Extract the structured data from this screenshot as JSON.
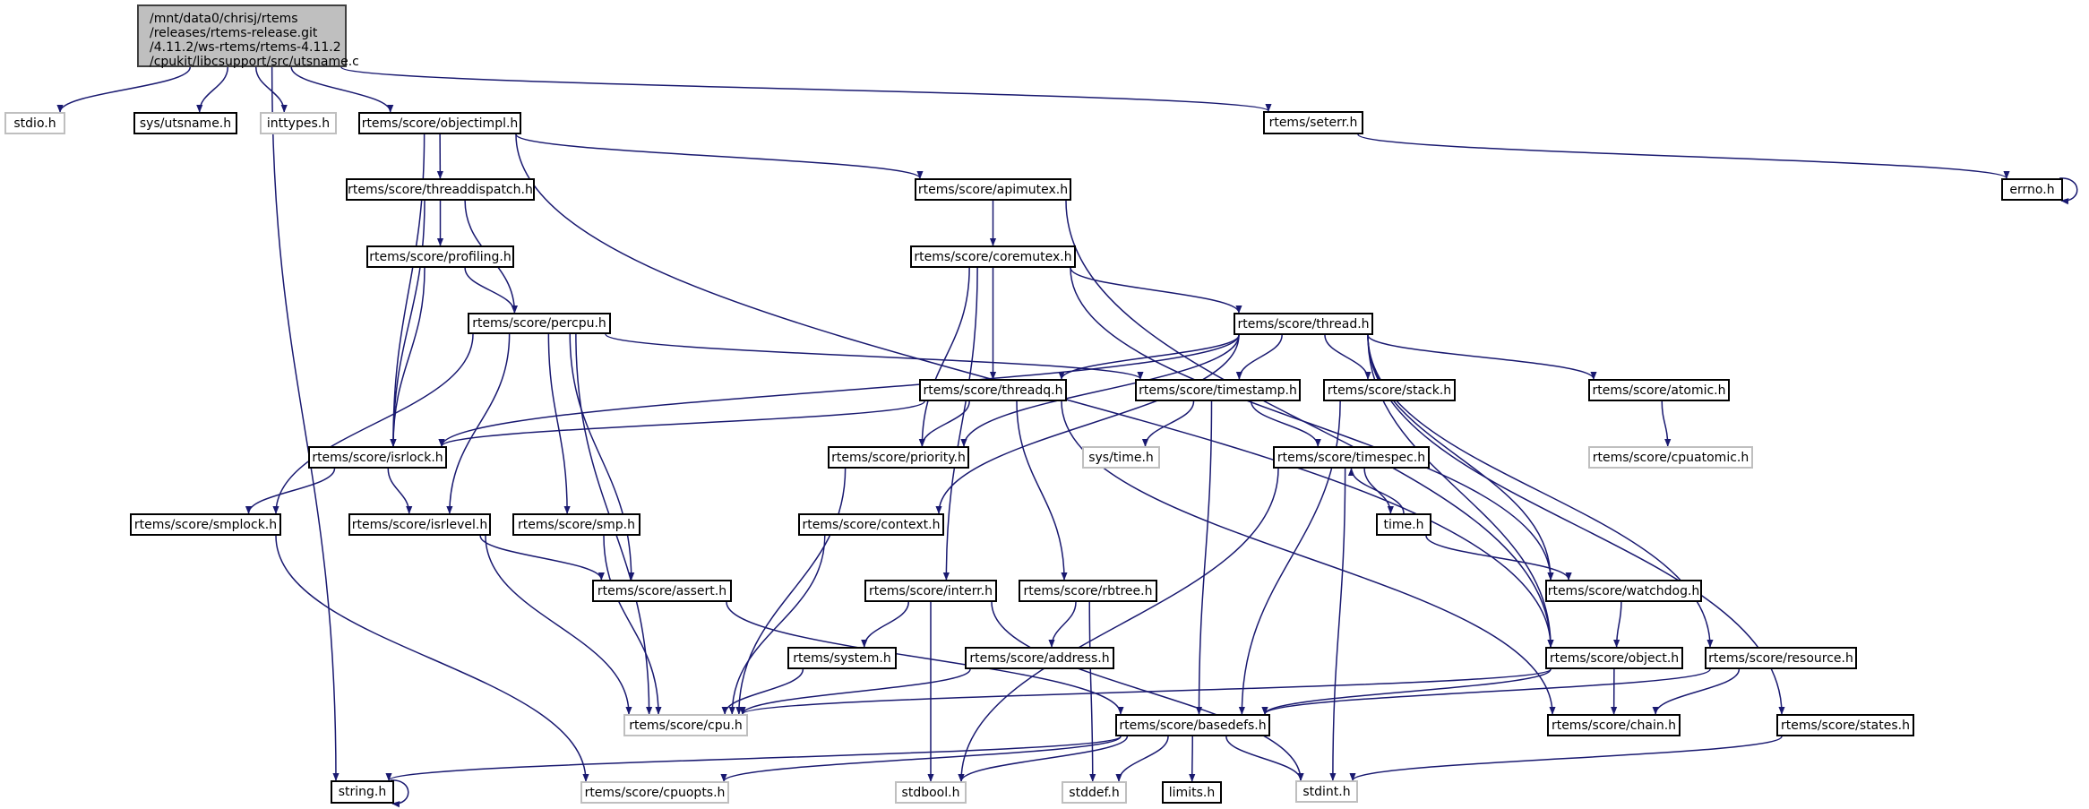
{
  "title": "Include dependency graph for utsname.c",
  "colors": {
    "edge": "#191970",
    "root_fill": "#bfbfbf",
    "external_border": "#bfbfbf",
    "internal_border": "#000000"
  },
  "root": {
    "id": "utsname_c",
    "lines": [
      "/mnt/data0/chrisj/rtems",
      "/releases/rtems-release.git",
      "/4.11.2/ws-rtems/rtems-4.11.2",
      "/cpukit/libcsupport/src/utsname.c"
    ]
  },
  "nodes": [
    {
      "id": "stdio_h",
      "label": "stdio.h",
      "external": true
    },
    {
      "id": "sys_utsname_h",
      "label": "sys/utsname.h",
      "external": false
    },
    {
      "id": "inttypes_h",
      "label": "inttypes.h",
      "external": true
    },
    {
      "id": "objectimpl_h",
      "label": "rtems/score/objectimpl.h",
      "external": false
    },
    {
      "id": "seterr_h",
      "label": "rtems/seterr.h",
      "external": false
    },
    {
      "id": "errno_h",
      "label": "errno.h",
      "external": false
    },
    {
      "id": "threaddispatch_h",
      "label": "rtems/score/threaddispatch.h",
      "external": false
    },
    {
      "id": "apimutex_h",
      "label": "rtems/score/apimutex.h",
      "external": false
    },
    {
      "id": "profiling_h",
      "label": "rtems/score/profiling.h",
      "external": false
    },
    {
      "id": "coremutex_h",
      "label": "rtems/score/coremutex.h",
      "external": false
    },
    {
      "id": "percpu_h",
      "label": "rtems/score/percpu.h",
      "external": false
    },
    {
      "id": "thread_h",
      "label": "rtems/score/thread.h",
      "external": false
    },
    {
      "id": "threadq_h",
      "label": "rtems/score/threadq.h",
      "external": false
    },
    {
      "id": "timestamp_h",
      "label": "rtems/score/timestamp.h",
      "external": false
    },
    {
      "id": "stack_h",
      "label": "rtems/score/stack.h",
      "external": false
    },
    {
      "id": "atomic_h",
      "label": "rtems/score/atomic.h",
      "external": false
    },
    {
      "id": "isrlock_h",
      "label": "rtems/score/isrlock.h",
      "external": false
    },
    {
      "id": "priority_h",
      "label": "rtems/score/priority.h",
      "external": false
    },
    {
      "id": "sys_time_h",
      "label": "sys/time.h",
      "external": true
    },
    {
      "id": "timespec_h",
      "label": "rtems/score/timespec.h",
      "external": false
    },
    {
      "id": "cpuatomic_h",
      "label": "rtems/score/cpuatomic.h",
      "external": true
    },
    {
      "id": "smplock_h",
      "label": "rtems/score/smplock.h",
      "external": false
    },
    {
      "id": "isrlevel_h",
      "label": "rtems/score/isrlevel.h",
      "external": false
    },
    {
      "id": "smp_h",
      "label": "rtems/score/smp.h",
      "external": false
    },
    {
      "id": "context_h",
      "label": "rtems/score/context.h",
      "external": false
    },
    {
      "id": "time_h",
      "label": "time.h",
      "external": false
    },
    {
      "id": "assert_h",
      "label": "rtems/score/assert.h",
      "external": false
    },
    {
      "id": "interr_h",
      "label": "rtems/score/interr.h",
      "external": false
    },
    {
      "id": "rbtree_h",
      "label": "rtems/score/rbtree.h",
      "external": false
    },
    {
      "id": "watchdog_h",
      "label": "rtems/score/watchdog.h",
      "external": false
    },
    {
      "id": "system_h",
      "label": "rtems/system.h",
      "external": false
    },
    {
      "id": "address_h",
      "label": "rtems/score/address.h",
      "external": false
    },
    {
      "id": "object_h",
      "label": "rtems/score/object.h",
      "external": false
    },
    {
      "id": "resource_h",
      "label": "rtems/score/resource.h",
      "external": false
    },
    {
      "id": "cpu_h",
      "label": "rtems/score/cpu.h",
      "external": true
    },
    {
      "id": "basedefs_h",
      "label": "rtems/score/basedefs.h",
      "external": false
    },
    {
      "id": "chain_h",
      "label": "rtems/score/chain.h",
      "external": false
    },
    {
      "id": "states_h",
      "label": "rtems/score/states.h",
      "external": false
    },
    {
      "id": "string_h",
      "label": "string.h",
      "external": false
    },
    {
      "id": "cpuopts_h",
      "label": "rtems/score/cpuopts.h",
      "external": true
    },
    {
      "id": "stdbool_h",
      "label": "stdbool.h",
      "external": true
    },
    {
      "id": "stddef_h",
      "label": "stddef.h",
      "external": true
    },
    {
      "id": "limits_h",
      "label": "limits.h",
      "external": false
    },
    {
      "id": "stdint_h",
      "label": "stdint.h",
      "external": true
    }
  ],
  "edges": [
    [
      "utsname_c",
      "stdio_h"
    ],
    [
      "utsname_c",
      "sys_utsname_h"
    ],
    [
      "utsname_c",
      "inttypes_h"
    ],
    [
      "utsname_c",
      "objectimpl_h"
    ],
    [
      "utsname_c",
      "seterr_h"
    ],
    [
      "utsname_c",
      "string_h"
    ],
    [
      "seterr_h",
      "errno_h"
    ],
    [
      "errno_h",
      "errno_h"
    ],
    [
      "objectimpl_h",
      "threaddispatch_h"
    ],
    [
      "objectimpl_h",
      "apimutex_h"
    ],
    [
      "objectimpl_h",
      "isrlock_h"
    ],
    [
      "objectimpl_h",
      "object_h"
    ],
    [
      "threaddispatch_h",
      "profiling_h"
    ],
    [
      "threaddispatch_h",
      "percpu_h"
    ],
    [
      "threaddispatch_h",
      "isrlock_h"
    ],
    [
      "profiling_h",
      "percpu_h"
    ],
    [
      "profiling_h",
      "isrlock_h"
    ],
    [
      "percpu_h",
      "timestamp_h"
    ],
    [
      "percpu_h",
      "smplock_h"
    ],
    [
      "percpu_h",
      "isrlevel_h"
    ],
    [
      "percpu_h",
      "smp_h"
    ],
    [
      "percpu_h",
      "assert_h"
    ],
    [
      "percpu_h",
      "cpu_h"
    ],
    [
      "apimutex_h",
      "coremutex_h"
    ],
    [
      "apimutex_h",
      "object_h"
    ],
    [
      "coremutex_h",
      "thread_h"
    ],
    [
      "coremutex_h",
      "threadq_h"
    ],
    [
      "coremutex_h",
      "priority_h"
    ],
    [
      "coremutex_h",
      "interr_h"
    ],
    [
      "coremutex_h",
      "watchdog_h"
    ],
    [
      "thread_h",
      "threadq_h"
    ],
    [
      "thread_h",
      "timestamp_h"
    ],
    [
      "thread_h",
      "stack_h"
    ],
    [
      "thread_h",
      "atomic_h"
    ],
    [
      "thread_h",
      "priority_h"
    ],
    [
      "thread_h",
      "isrlock_h"
    ],
    [
      "thread_h",
      "context_h"
    ],
    [
      "thread_h",
      "watchdog_h"
    ],
    [
      "thread_h",
      "object_h"
    ],
    [
      "thread_h",
      "resource_h"
    ],
    [
      "thread_h",
      "states_h"
    ],
    [
      "threadq_h",
      "isrlock_h"
    ],
    [
      "threadq_h",
      "priority_h"
    ],
    [
      "threadq_h",
      "rbtree_h"
    ],
    [
      "threadq_h",
      "chain_h"
    ],
    [
      "timestamp_h",
      "sys_time_h"
    ],
    [
      "timestamp_h",
      "timespec_h"
    ],
    [
      "timestamp_h",
      "basedefs_h"
    ],
    [
      "stack_h",
      "basedefs_h"
    ],
    [
      "atomic_h",
      "cpuatomic_h"
    ],
    [
      "isrlock_h",
      "smplock_h"
    ],
    [
      "isrlock_h",
      "isrlevel_h"
    ],
    [
      "priority_h",
      "cpu_h"
    ],
    [
      "timespec_h",
      "time_h"
    ],
    [
      "timespec_h",
      "stdint_h"
    ],
    [
      "timespec_h",
      "stdbool_h"
    ],
    [
      "time_h",
      "timespec_h"
    ],
    [
      "time_h",
      "watchdog_h"
    ],
    [
      "smplock_h",
      "cpuopts_h"
    ],
    [
      "isrlevel_h",
      "assert_h"
    ],
    [
      "isrlevel_h",
      "cpu_h"
    ],
    [
      "smp_h",
      "cpu_h"
    ],
    [
      "context_h",
      "cpu_h"
    ],
    [
      "assert_h",
      "basedefs_h"
    ],
    [
      "interr_h",
      "system_h"
    ],
    [
      "interr_h",
      "stdbool_h"
    ],
    [
      "interr_h",
      "stdint_h"
    ],
    [
      "rbtree_h",
      "address_h"
    ],
    [
      "rbtree_h",
      "stddef_h"
    ],
    [
      "watchdog_h",
      "object_h"
    ],
    [
      "system_h",
      "cpu_h"
    ],
    [
      "address_h",
      "cpu_h"
    ],
    [
      "object_h",
      "cpu_h"
    ],
    [
      "object_h",
      "basedefs_h"
    ],
    [
      "object_h",
      "chain_h"
    ],
    [
      "resource_h",
      "basedefs_h"
    ],
    [
      "resource_h",
      "chain_h"
    ],
    [
      "states_h",
      "stdint_h"
    ],
    [
      "basedefs_h",
      "string_h"
    ],
    [
      "basedefs_h",
      "cpuopts_h"
    ],
    [
      "basedefs_h",
      "stdbool_h"
    ],
    [
      "basedefs_h",
      "stddef_h"
    ],
    [
      "basedefs_h",
      "limits_h"
    ],
    [
      "basedefs_h",
      "stdint_h"
    ],
    [
      "string_h",
      "string_h"
    ]
  ]
}
